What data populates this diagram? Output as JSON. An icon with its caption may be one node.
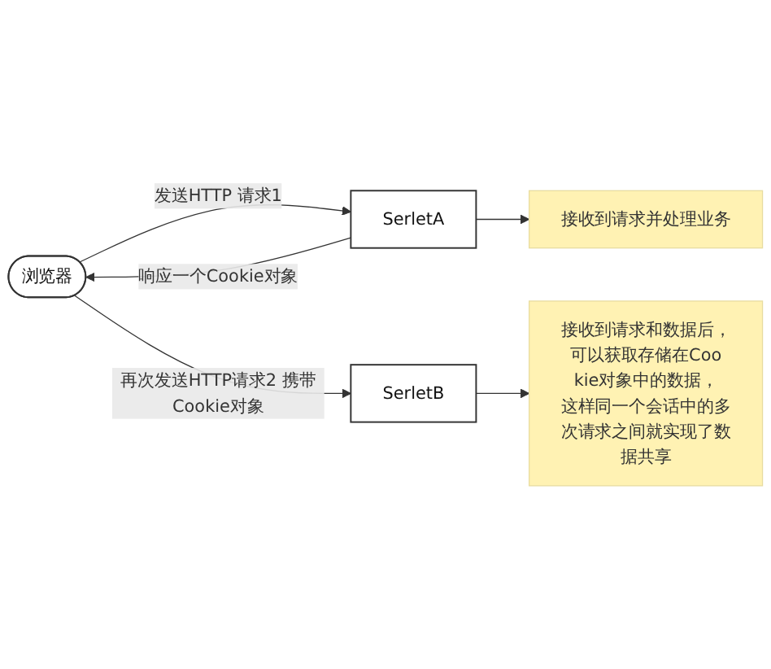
{
  "diagram": {
    "nodes": [
      {
        "text": [
          "接收到请求并处理业务"
        ]
      },
      {
        "text": [
          "浏览器"
        ]
      },
      {
        "text": [
          "SerletA"
        ]
      },
      {
        "text": [
          "SerletB"
        ]
      },
      {
        "text": [
          "接收到请求和数据后，可以获取存储在Cookie对象中的数据，这样同一个会话中的多次请求之间就实现了数据共享"
        ]
      }
    ],
    "edges": [
      {
        "from": 2,
        "to": 0,
        "arrow": "to"
      },
      {
        "from": 2,
        "to": 1,
        "arrow": "to",
        "label": "响应一个Cookie对象"
      },
      {
        "from": 1,
        "to": 2,
        "arrow": "to",
        "label": "发送HTTP 请求1"
      },
      {
        "from": 1,
        "to": 3,
        "arrow": "to",
        "label": "再次发送HTTP请求2 携带Cookie对象"
      },
      {
        "from": 3,
        "to": 4,
        "arrow": "to"
      }
    ]
  }
}
